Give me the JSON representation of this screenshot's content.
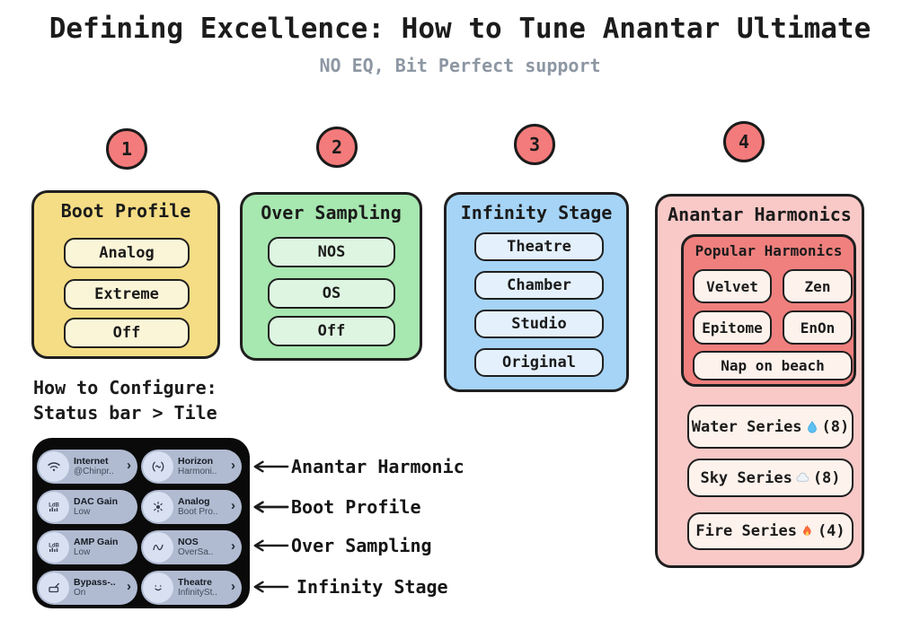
{
  "header": {
    "title": "Defining Excellence: How to Tune Anantar Ultimate",
    "subtitle": "NO EQ, Bit Perfect support"
  },
  "steps": [
    {
      "number": "1",
      "box": {
        "title": "Boot Profile",
        "options": [
          "Analog",
          "Extreme",
          "Off"
        ]
      }
    },
    {
      "number": "2",
      "box": {
        "title": "Over Sampling",
        "options": [
          "NOS",
          "OS",
          "Off"
        ]
      }
    },
    {
      "number": "3",
      "box": {
        "title": "Infinity Stage",
        "options": [
          "Theatre",
          "Chamber",
          "Studio",
          "Original"
        ]
      }
    },
    {
      "number": "4",
      "box": {
        "title": "Anantar Harmonics",
        "popular": {
          "title": "Popular Harmonics",
          "options": [
            "Velvet",
            "Zen",
            "Epitome",
            "EnOn",
            "Nap on beach"
          ]
        },
        "series": [
          {
            "label": "Water Series",
            "icon": "water-drop",
            "count": "(8)"
          },
          {
            "label": "Sky Series",
            "icon": "cloud",
            "count": "(8)"
          },
          {
            "label": "Fire Series",
            "icon": "fire",
            "count": "(4)"
          }
        ]
      }
    }
  ],
  "howto": {
    "line1": "How to Configure:",
    "line2": "Status bar > Tile"
  },
  "quick_settings": {
    "chevron_glyph": "›",
    "tiles": [
      {
        "icon": "wifi",
        "title": "Internet",
        "subtitle": "@Chinpr.."
      },
      {
        "icon": "horizon",
        "title": "Horizon",
        "subtitle": "Harmoni.."
      },
      {
        "icon": "level-db",
        "title": "DAC Gain",
        "subtitle": "Low"
      },
      {
        "icon": "analog-glow",
        "title": "Analog",
        "subtitle": "Boot Pro.."
      },
      {
        "icon": "level-db",
        "title": "AMP Gain",
        "subtitle": "Low"
      },
      {
        "icon": "waveform",
        "title": "NOS",
        "subtitle": "OverSa.."
      },
      {
        "icon": "bypass-cast",
        "title": "Bypass-..",
        "subtitle": "On"
      },
      {
        "icon": "smiley",
        "title": "Theatre",
        "subtitle": "InfinitySt.."
      }
    ]
  },
  "callouts": [
    "Anantar Harmonic",
    "Boot Profile",
    "Over Sampling",
    "Infinity Stage"
  ],
  "colors": {
    "step_circle": "#f47b7b",
    "boot_box": "#f5dd85",
    "boot_button": "#fbf5d8",
    "oversampling_box": "#a7e7b0",
    "oversampling_button": "#def5e1",
    "infinity_box": "#a6d4f6",
    "infinity_button": "#e4f1fc",
    "harmonics_box": "#f8c9c7",
    "popular_box": "#f0807e",
    "harmonics_button": "#fdf2ec",
    "panel_bg": "#0a0a0a",
    "tile_bg": "#b0bbd1",
    "tile_icon_bg": "#d8e0f1",
    "outline": "#1f1f1f",
    "subtitle_text": "#8d97a3"
  }
}
